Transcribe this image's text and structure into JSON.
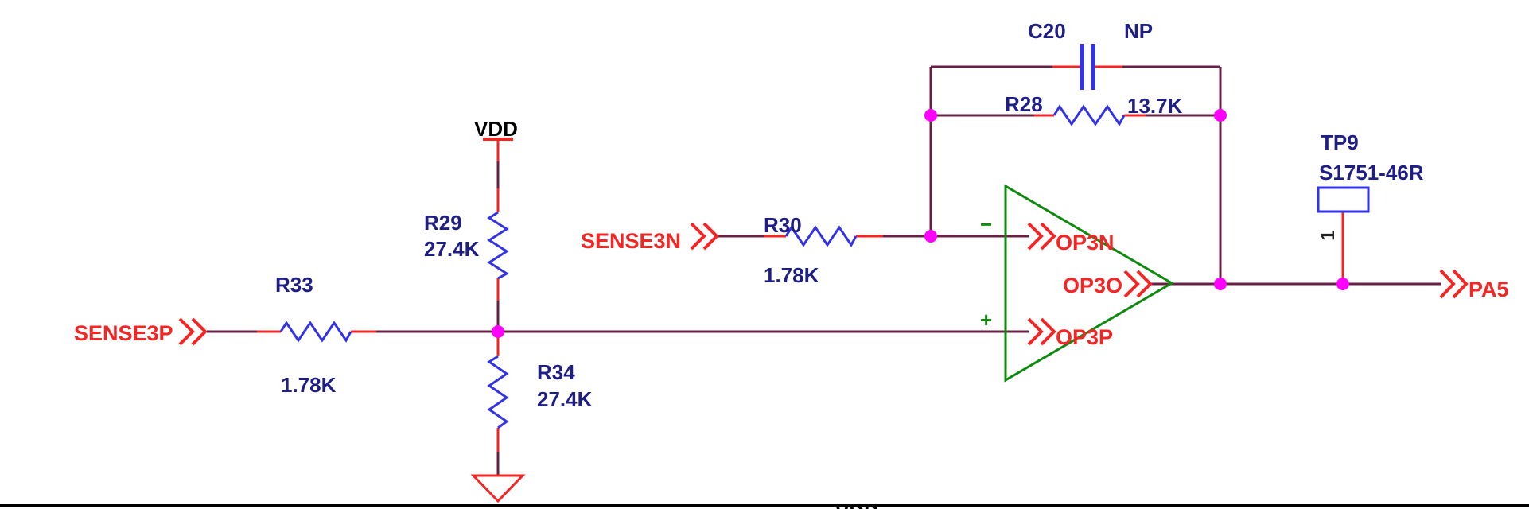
{
  "schematic": {
    "power": {
      "vdd_label": "VDD",
      "vdd_bottom_partial": "VDD"
    },
    "ports": {
      "sense3p": {
        "label": "SENSE3P"
      },
      "sense3n": {
        "label": "SENSE3N"
      },
      "pa5": {
        "label": "PA5"
      }
    },
    "opamp": {
      "pin_neg_label": "OP3N",
      "pin_pos_label": "OP3P",
      "pin_out_label": "OP3O",
      "minus_sign": "−",
      "plus_sign": "+"
    },
    "components": {
      "r33": {
        "ref": "R33",
        "value": "1.78K"
      },
      "r29": {
        "ref": "R29",
        "value": "27.4K"
      },
      "r34": {
        "ref": "R34",
        "value": "27.4K"
      },
      "r30": {
        "ref": "R30",
        "value": "1.78K"
      },
      "r28": {
        "ref": "R28",
        "value": "13.7K"
      },
      "c20": {
        "ref": "C20",
        "value": "NP"
      },
      "tp9": {
        "ref": "TP9",
        "value": "S1751-46R",
        "pin_number": "1"
      }
    },
    "colors": {
      "wire_maroon": "#682144",
      "pin_red": "#f42525",
      "component_blue": "#3232e8",
      "label_navy": "#1e1e85",
      "port_red": "#f42525",
      "opamp_green": "#0f8a0f",
      "junction_magenta": "#ff00ff",
      "power_black": "#000000"
    }
  }
}
